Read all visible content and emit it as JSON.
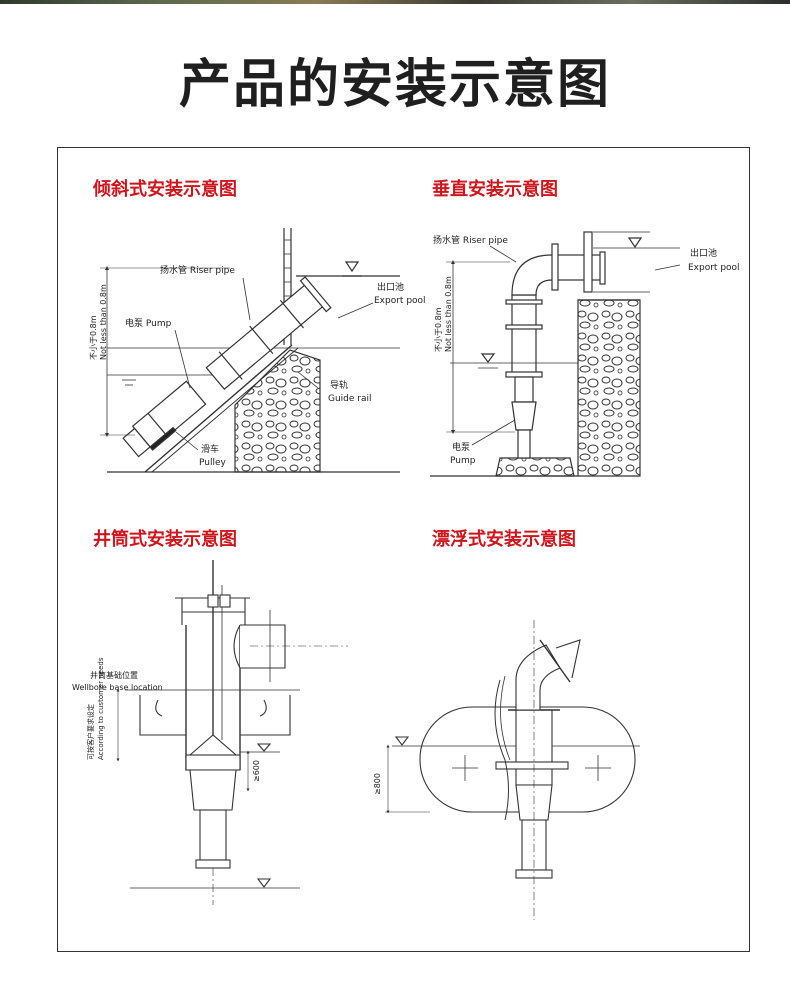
{
  "page": {
    "title": "产品的安装示意图"
  },
  "panels": {
    "inclined": {
      "title": "倾斜式安装示意图",
      "labels": {
        "riser_pipe": "扬水管 Riser pipe",
        "export_pool_cn": "出口池",
        "export_pool_en": "Export pool",
        "pump": "电泵 Pump",
        "guide_rail_cn": "导轨",
        "guide_rail_en": "Guide rail",
        "pulley_cn": "滑车",
        "pulley_en": "Pulley",
        "depth_cn": "不小于0.8m",
        "depth_en": "Not less than 0.8m"
      }
    },
    "vertical": {
      "title": "垂直安装示意图",
      "labels": {
        "riser_pipe": "扬水管 Riser pipe",
        "export_pool_cn": "出口池",
        "export_pool_en": "Export pool",
        "pump_cn": "电泵",
        "pump_en": "Pump",
        "depth_cn": "不小于0.8m",
        "depth_en": "Not less than 0.8m"
      }
    },
    "wellbore": {
      "title": "井筒式安装示意图",
      "labels": {
        "base_cn": "井筒基础位置",
        "base_en": "Wellbore base location",
        "customer_cn": "可按客户要求设定",
        "customer_en": "According to customer needs",
        "dim": "≥600"
      }
    },
    "floating": {
      "title": "漂浮式安装示意图",
      "labels": {
        "dim": "≥800"
      }
    }
  }
}
